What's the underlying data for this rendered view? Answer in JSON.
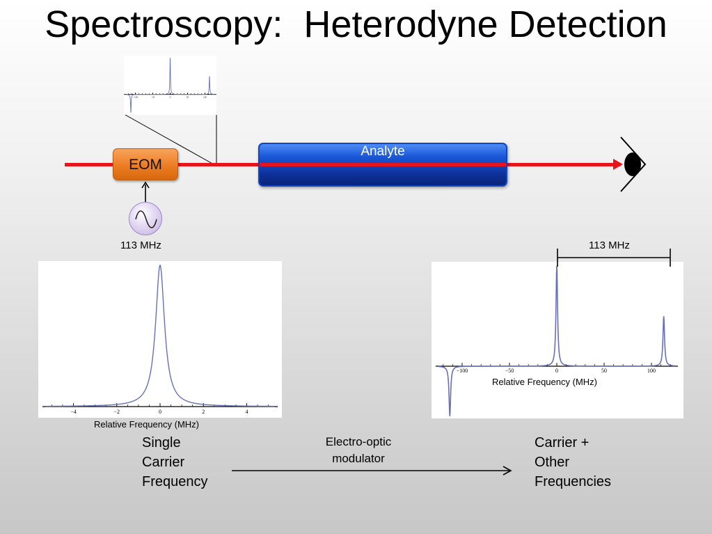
{
  "title": "Spectroscopy:  Heterodyne Detection",
  "eom_label": "EOM",
  "analyte_label": "Analyte",
  "oscillator_freq": "113 MHz",
  "spacing_label": "113 MHz",
  "modulator_label_line1": "Electro-optic",
  "modulator_label_line2": "modulator",
  "left_caption": [
    "Single",
    "Carrier",
    "Frequency"
  ],
  "right_caption": [
    "Carrier +",
    "Other",
    "Frequencies"
  ],
  "colors": {
    "beam": "#e8141b",
    "spectrum": "#6670b8",
    "eom": "#ec7d23",
    "analyte": "#1b58d9"
  },
  "icons": {
    "detector": "eye-detector-icon",
    "oscillator": "sine-wave-icon"
  },
  "chart_data": [
    {
      "type": "line",
      "name": "left-spectrum",
      "xlabel": "Relative Frequency (MHz)",
      "xlim": [
        -5.3,
        5.3
      ],
      "ylim": [
        0,
        1
      ],
      "xticks": [
        -4,
        -2,
        0,
        2,
        4
      ],
      "xtick_labels": [
        "−4",
        "−2",
        "0",
        "2",
        "4"
      ],
      "series": [
        {
          "peaks": [
            {
              "x": 0,
              "amplitude": 1.0,
              "width": 0.25
            }
          ]
        }
      ]
    },
    {
      "type": "line",
      "name": "right-spectrum",
      "xlabel": "Relative Frequency (MHz)",
      "xlim": [
        -125,
        125
      ],
      "ylim": [
        -0.5,
        1
      ],
      "xticks": [
        -100,
        -50,
        0,
        50,
        100
      ],
      "xtick_labels": [
        "−100",
        "−50",
        "0",
        "50",
        "100"
      ],
      "series": [
        {
          "peaks": [
            {
              "x": 0,
              "amplitude": 1.0,
              "width": 1.0
            },
            {
              "x": 113,
              "amplitude": 0.5,
              "width": 1.0
            },
            {
              "x": -113,
              "amplitude": -0.5,
              "width": 1.0
            }
          ]
        }
      ]
    }
  ]
}
